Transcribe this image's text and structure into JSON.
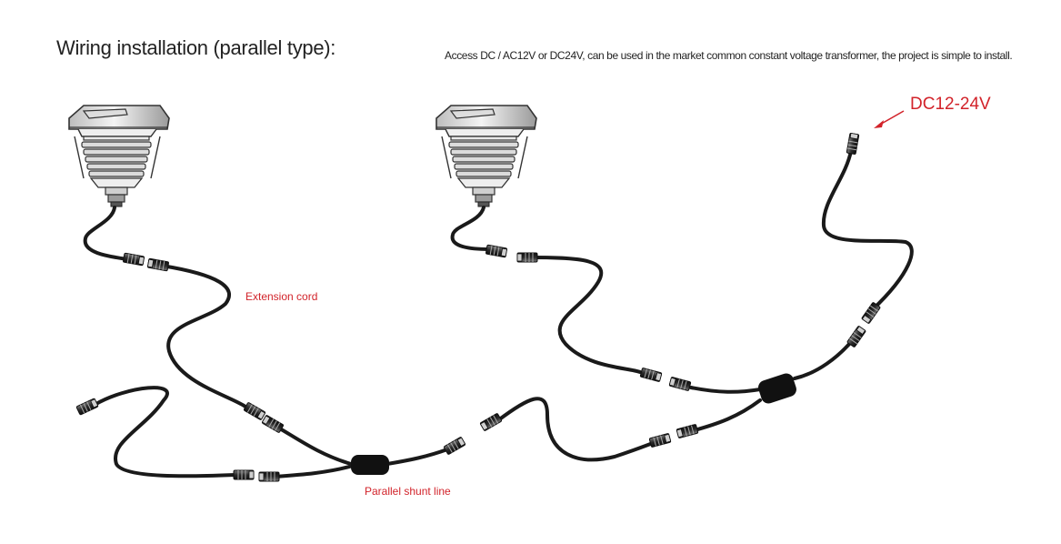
{
  "title": "Wiring installation (parallel type):",
  "subtitle": "Access DC / AC12V or DC24V, can be used in the market common constant voltage transformer, the project is simple to install.",
  "labels": {
    "power": "DC12-24V",
    "extension_cord": "Extension cord",
    "shunt_line": "Parallel shunt line"
  },
  "colors": {
    "text": "#222222",
    "annotation": "#d2232a",
    "cable": "#1a1a1a",
    "connector": "#3a3a3a"
  }
}
